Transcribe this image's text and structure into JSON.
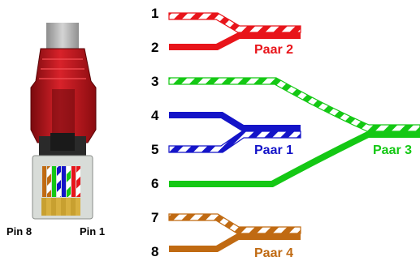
{
  "connector": {
    "pin_left_label": "Pin 8",
    "pin_right_label": "Pin 1"
  },
  "pins": [
    "1",
    "2",
    "3",
    "4",
    "5",
    "6",
    "7",
    "8"
  ],
  "pairs": [
    {
      "label": "Paar 2",
      "color": "#e8141a"
    },
    {
      "label": "Paar 1",
      "color": "#1414c8"
    },
    {
      "label": "Paar 3",
      "color": "#14c814"
    },
    {
      "label": "Paar 4",
      "color": "#c06a12"
    }
  ],
  "colors": {
    "red": "#e8141a",
    "blue": "#1414c8",
    "green": "#14c814",
    "brown": "#c06a12",
    "stripe_base": "#ffffff",
    "plug_body": "#c0141a",
    "cable_sheath": "#a8a8a8"
  }
}
